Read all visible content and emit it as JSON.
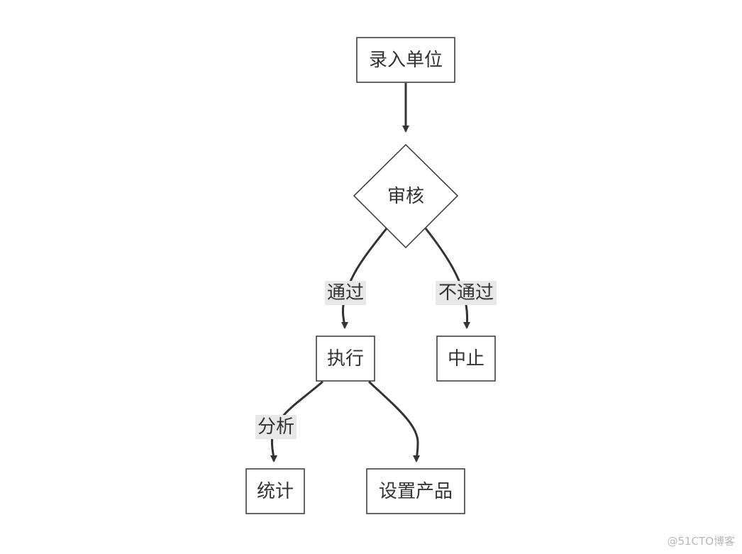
{
  "nodes": {
    "input_unit": "录入单位",
    "review": "审核",
    "execute": "执行",
    "stop": "中止",
    "statistics": "统计",
    "set_product": "设置产品"
  },
  "edge_labels": {
    "pass": "通过",
    "fail": "不通过",
    "analyze": "分析"
  },
  "watermark": "@51CTO博客",
  "colors": {
    "stroke": "#333333",
    "label_bg": "#e8e8e8",
    "watermark": "#b8b8b8"
  }
}
